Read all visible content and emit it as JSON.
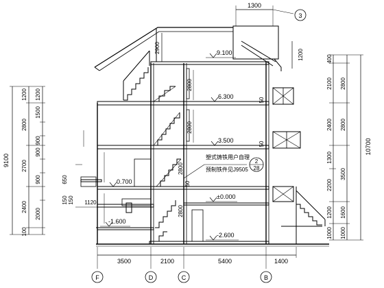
{
  "top_dims": [
    "1300",
    "1200",
    "2900",
    "400"
  ],
  "detail_ref": "3",
  "left_dims_outer": [
    "9100"
  ],
  "left_dims_mid": [
    "1200",
    "2800",
    "2700",
    "2400",
    "100"
  ],
  "left_dims_inner": [
    "1200",
    "1500",
    "900",
    "900",
    "900",
    "2000",
    "150",
    "650",
    "1120",
    "150"
  ],
  "level_labels": [
    "9.100",
    "6.300",
    "3.500",
    "0.700",
    "±0.000",
    "-1.600",
    "-2.600"
  ],
  "section_dims": [
    "2800",
    "2800",
    "2800",
    "2800"
  ],
  "small_marks": [
    "50",
    "50",
    "50"
  ],
  "annotation_lines": [
    "塑式铸铁用户自理",
    "预制铁件见J9505"
  ],
  "section_ref": {
    "top": "2",
    "bottom": "28"
  },
  "right_dims_inner": [
    "400",
    "2100",
    "2400",
    "1300",
    "2200",
    "1200",
    "1000"
  ],
  "right_dims_mid": [
    "2800",
    "2800",
    "3500",
    "1600",
    "1000"
  ],
  "right_dims_outer": [
    "10700"
  ],
  "bottom_dims": [
    "3500",
    "2100",
    "5400",
    "1400"
  ],
  "axes": [
    "F",
    "D",
    "C",
    "B"
  ]
}
